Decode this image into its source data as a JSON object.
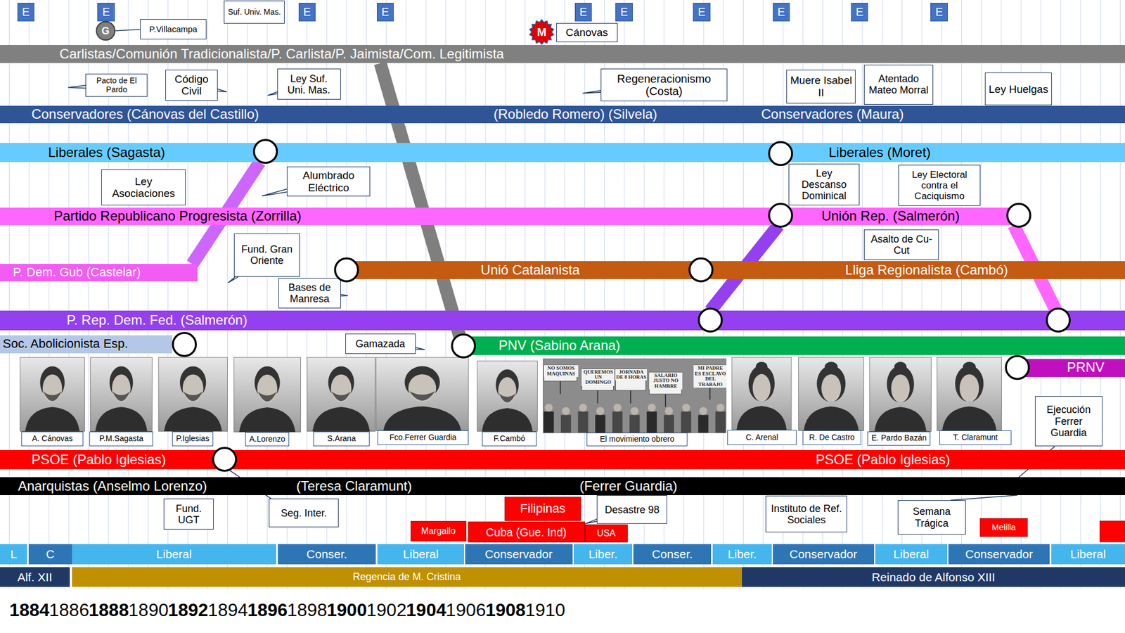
{
  "diagram": {
    "nodes": [
      {
        "text": [
          "E"
        ]
      },
      {
        "text": [
          "E"
        ]
      },
      {
        "text": [
          "G"
        ]
      },
      {
        "text": [
          "P.Villacampa"
        ]
      },
      {
        "text": [
          "Suf. Univ. Mas."
        ]
      },
      {
        "text": [
          "E"
        ]
      },
      {
        "text": [
          "E"
        ]
      },
      {
        "text": [
          "M"
        ]
      },
      {
        "text": [
          "Cánovas"
        ]
      },
      {
        "text": [
          "E"
        ]
      },
      {
        "text": [
          "E"
        ]
      },
      {
        "text": [
          "E"
        ]
      },
      {
        "text": [
          "E"
        ]
      },
      {
        "text": [
          "E"
        ]
      },
      {
        "text": [
          "E"
        ]
      },
      {
        "text": [
          "Carlistas/Comunión Tradicionalista/P. Carlista/P. Jaimista/Com. Legitimista"
        ]
      },
      {
        "text": [
          "Pacto de El Pardo"
        ]
      },
      {
        "text": [
          "Código Civil"
        ]
      },
      {
        "text": [
          "Ley Suf. Uni. Mas."
        ]
      },
      {
        "text": [
          "Regeneracionismo (Costa)"
        ]
      },
      {
        "text": [
          "Muere Isabel II"
        ]
      },
      {
        "text": [
          "Atentado Mateo Morral"
        ]
      },
      {
        "text": [
          "Ley Huelgas"
        ]
      },
      {
        "text": [
          "Conservadores (Cánovas del Castillo)",
          "(Robledo Romero) (Silvela)",
          "Conservadores (Maura)"
        ]
      },
      {
        "text": [
          "Liberales (Sagasta)",
          "Liberales (Moret)"
        ]
      },
      {
        "text": [
          "Ley Asociaciones"
        ]
      },
      {
        "text": [
          "Alumbrado Eléctrico"
        ]
      },
      {
        "text": [
          "Ley Descanso Dominical"
        ]
      },
      {
        "text": [
          "Ley Electoral contra el Caciquismo"
        ]
      },
      {
        "text": [
          "Partido Republicano Progresista (Zorrilla)",
          "Unión Rep. (Salmerón)"
        ]
      },
      {
        "text": [
          "Asalto de Cu-Cut"
        ]
      },
      {
        "text": [
          "Fund. Gran Oriente"
        ]
      },
      {
        "text": [
          "P. Dem. Gub (Castelar)"
        ]
      },
      {
        "text": [
          "Unió Catalanista",
          "Lliga Regionalista (Cambó)"
        ]
      },
      {
        "text": [
          "Bases de Manresa"
        ]
      },
      {
        "text": [
          "P. Rep. Dem. Fed. (Salmerón)"
        ]
      },
      {
        "text": [
          "Soc. Abolicionista Esp."
        ]
      },
      {
        "text": [
          "Gamazada"
        ]
      },
      {
        "text": [
          "PNV (Sabino Arana)"
        ]
      },
      {
        "text": [
          "PRNV"
        ]
      },
      {
        "text": [
          "A. Cánovas"
        ]
      },
      {
        "text": [
          "P.M.Sagasta"
        ]
      },
      {
        "text": [
          "P.Iglesias"
        ]
      },
      {
        "text": [
          "A.Lorenzo"
        ]
      },
      {
        "text": [
          "S.Arana"
        ]
      },
      {
        "text": [
          "Fco.Ferrer Guardia"
        ]
      },
      {
        "text": [
          "F.Cambó"
        ]
      },
      {
        "text": [
          "El movimiento obrero"
        ]
      },
      {
        "text": [
          "C. Arenal"
        ]
      },
      {
        "text": [
          "R. De Castro"
        ]
      },
      {
        "text": [
          "E. Pardo Bazán"
        ]
      },
      {
        "text": [
          "T. Claramunt"
        ]
      },
      {
        "text": [
          "Ejecución Ferrer Guardia"
        ]
      },
      {
        "text": [
          "PSOE (Pablo Iglesias)",
          "PSOE (Pablo Iglesias)"
        ]
      },
      {
        "text": [
          "Anarquistas (Anselmo Lorenzo)",
          "(Teresa Claramunt)",
          "(Ferrer Guardia)"
        ]
      },
      {
        "text": [
          "Fund. UGT"
        ]
      },
      {
        "text": [
          "Seg. Inter."
        ]
      },
      {
        "text": [
          "Desastre 98"
        ]
      },
      {
        "text": [
          "Filipinas"
        ]
      },
      {
        "text": [
          "Instituto de Ref. Sociales"
        ]
      },
      {
        "text": [
          "Semana Trágica"
        ]
      },
      {
        "text": [
          "Margallo"
        ]
      },
      {
        "text": [
          "Cuba (Gue. Ind)"
        ]
      },
      {
        "text": [
          "USA"
        ]
      },
      {
        "text": [
          "Melilla"
        ]
      },
      {
        "text": [
          "L"
        ]
      },
      {
        "text": [
          "C"
        ]
      },
      {
        "text": [
          "Liberal"
        ]
      },
      {
        "text": [
          "Conser."
        ]
      },
      {
        "text": [
          "Liberal"
        ]
      },
      {
        "text": [
          "Conservador"
        ]
      },
      {
        "text": [
          "Liber."
        ]
      },
      {
        "text": [
          "Conser."
        ]
      },
      {
        "text": [
          "Liber."
        ]
      },
      {
        "text": [
          "Conservador"
        ]
      },
      {
        "text": [
          "Liberal"
        ]
      },
      {
        "text": [
          "Conservador"
        ]
      },
      {
        "text": [
          "Liberal"
        ]
      },
      {
        "text": [
          "Alf. XII"
        ]
      },
      {
        "text": [
          "Regencia de M. Cristina"
        ]
      },
      {
        "text": [
          "Reinado de Alfonso XIII"
        ]
      }
    ],
    "edges": [
      {
        "from": 15,
        "to": 38,
        "arrow": "none"
      },
      {
        "from": 32,
        "to": 24,
        "arrow": "none"
      },
      {
        "from": 35,
        "to": 29,
        "arrow": "none"
      },
      {
        "from": 29,
        "to": 35,
        "arrow": "none"
      },
      {
        "from": 2,
        "to": 3,
        "arrow": "none"
      },
      {
        "from": 56,
        "to": 53,
        "arrow": "none"
      },
      {
        "from": 52,
        "to": 54,
        "arrow": "none"
      },
      {
        "from": 60,
        "to": 54,
        "arrow": "none"
      }
    ],
    "labels": [
      "1884",
      "1886",
      "1888",
      "1890",
      "1892",
      "1894",
      "1896",
      "1898",
      "1900",
      "1902",
      "1904",
      "1906",
      "1908",
      "1910",
      "NO SOMOS MAQUINAS",
      "QUEREMOS UN DOMINGO",
      "JORNADA DE 8 HORAS",
      "SALARIO JUSTO NO HAMBRE",
      "MI PADRE ES ESCLAVO DEL TRABAJO"
    ]
  }
}
